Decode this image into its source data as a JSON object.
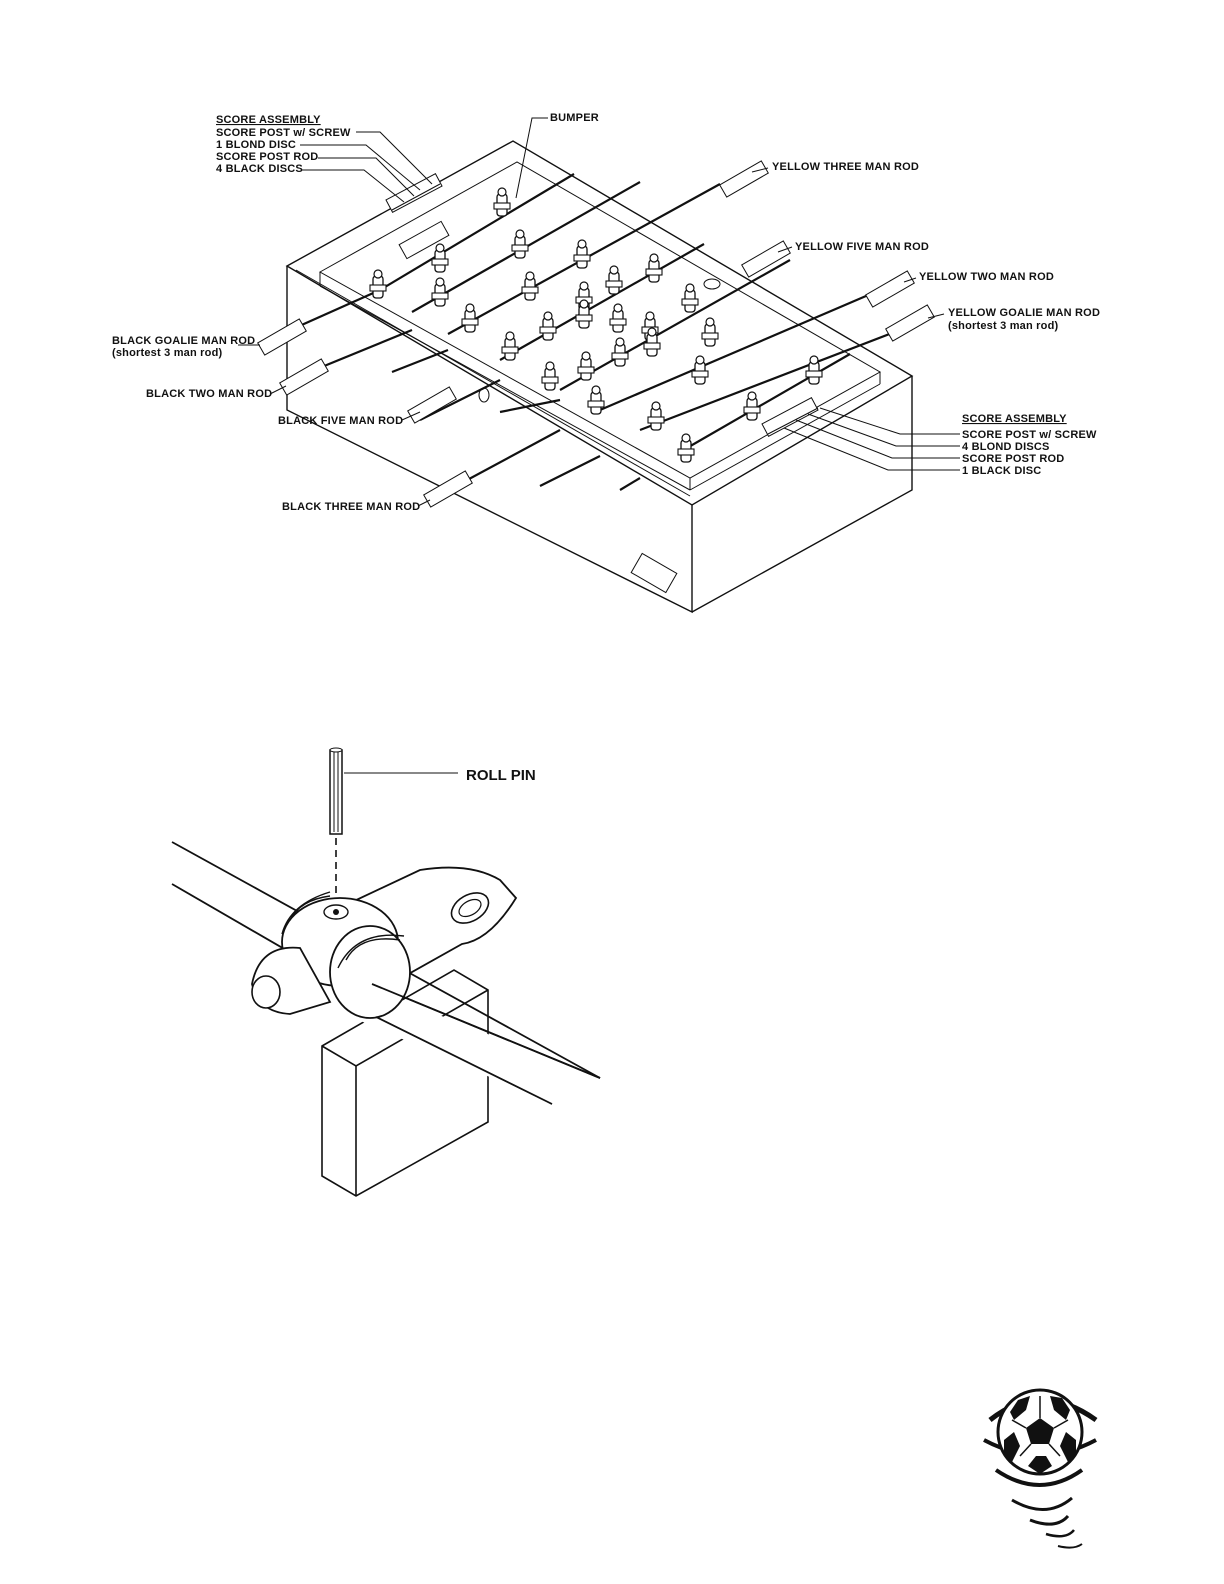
{
  "table_diagram": {
    "score_assembly_top": {
      "heading": "SCORE ASSEMBLY",
      "items": [
        "SCORE POST w/ SCREW",
        "1 BLOND DISC",
        "SCORE POST ROD",
        "4 BLACK DISCS"
      ]
    },
    "score_assembly_bottom": {
      "heading": "SCORE ASSEMBLY",
      "items": [
        "SCORE POST w/ SCREW",
        "4 BLOND DISCS",
        "SCORE POST ROD",
        "1 BLACK DISC"
      ]
    },
    "bumper": "BUMPER",
    "rods": {
      "yellow_three": "YELLOW THREE MAN ROD",
      "yellow_five": "YELLOW FIVE MAN ROD",
      "yellow_two": "YELLOW TWO MAN ROD",
      "yellow_goalie": "YELLOW GOALIE MAN ROD",
      "yellow_goalie_note": "(shortest 3 man rod)",
      "black_goalie": "BLACK GOALIE MAN ROD",
      "black_goalie_note": "(shortest 3 man rod)",
      "black_two": "BLACK TWO MAN ROD",
      "black_five": "BLACK FIVE MAN ROD",
      "black_three": "BLACK THREE MAN ROD"
    }
  },
  "pin_diagram": {
    "roll_pin": "ROLL PIN"
  },
  "logo": {
    "icon": "soccer-ball-tornado-icon"
  }
}
